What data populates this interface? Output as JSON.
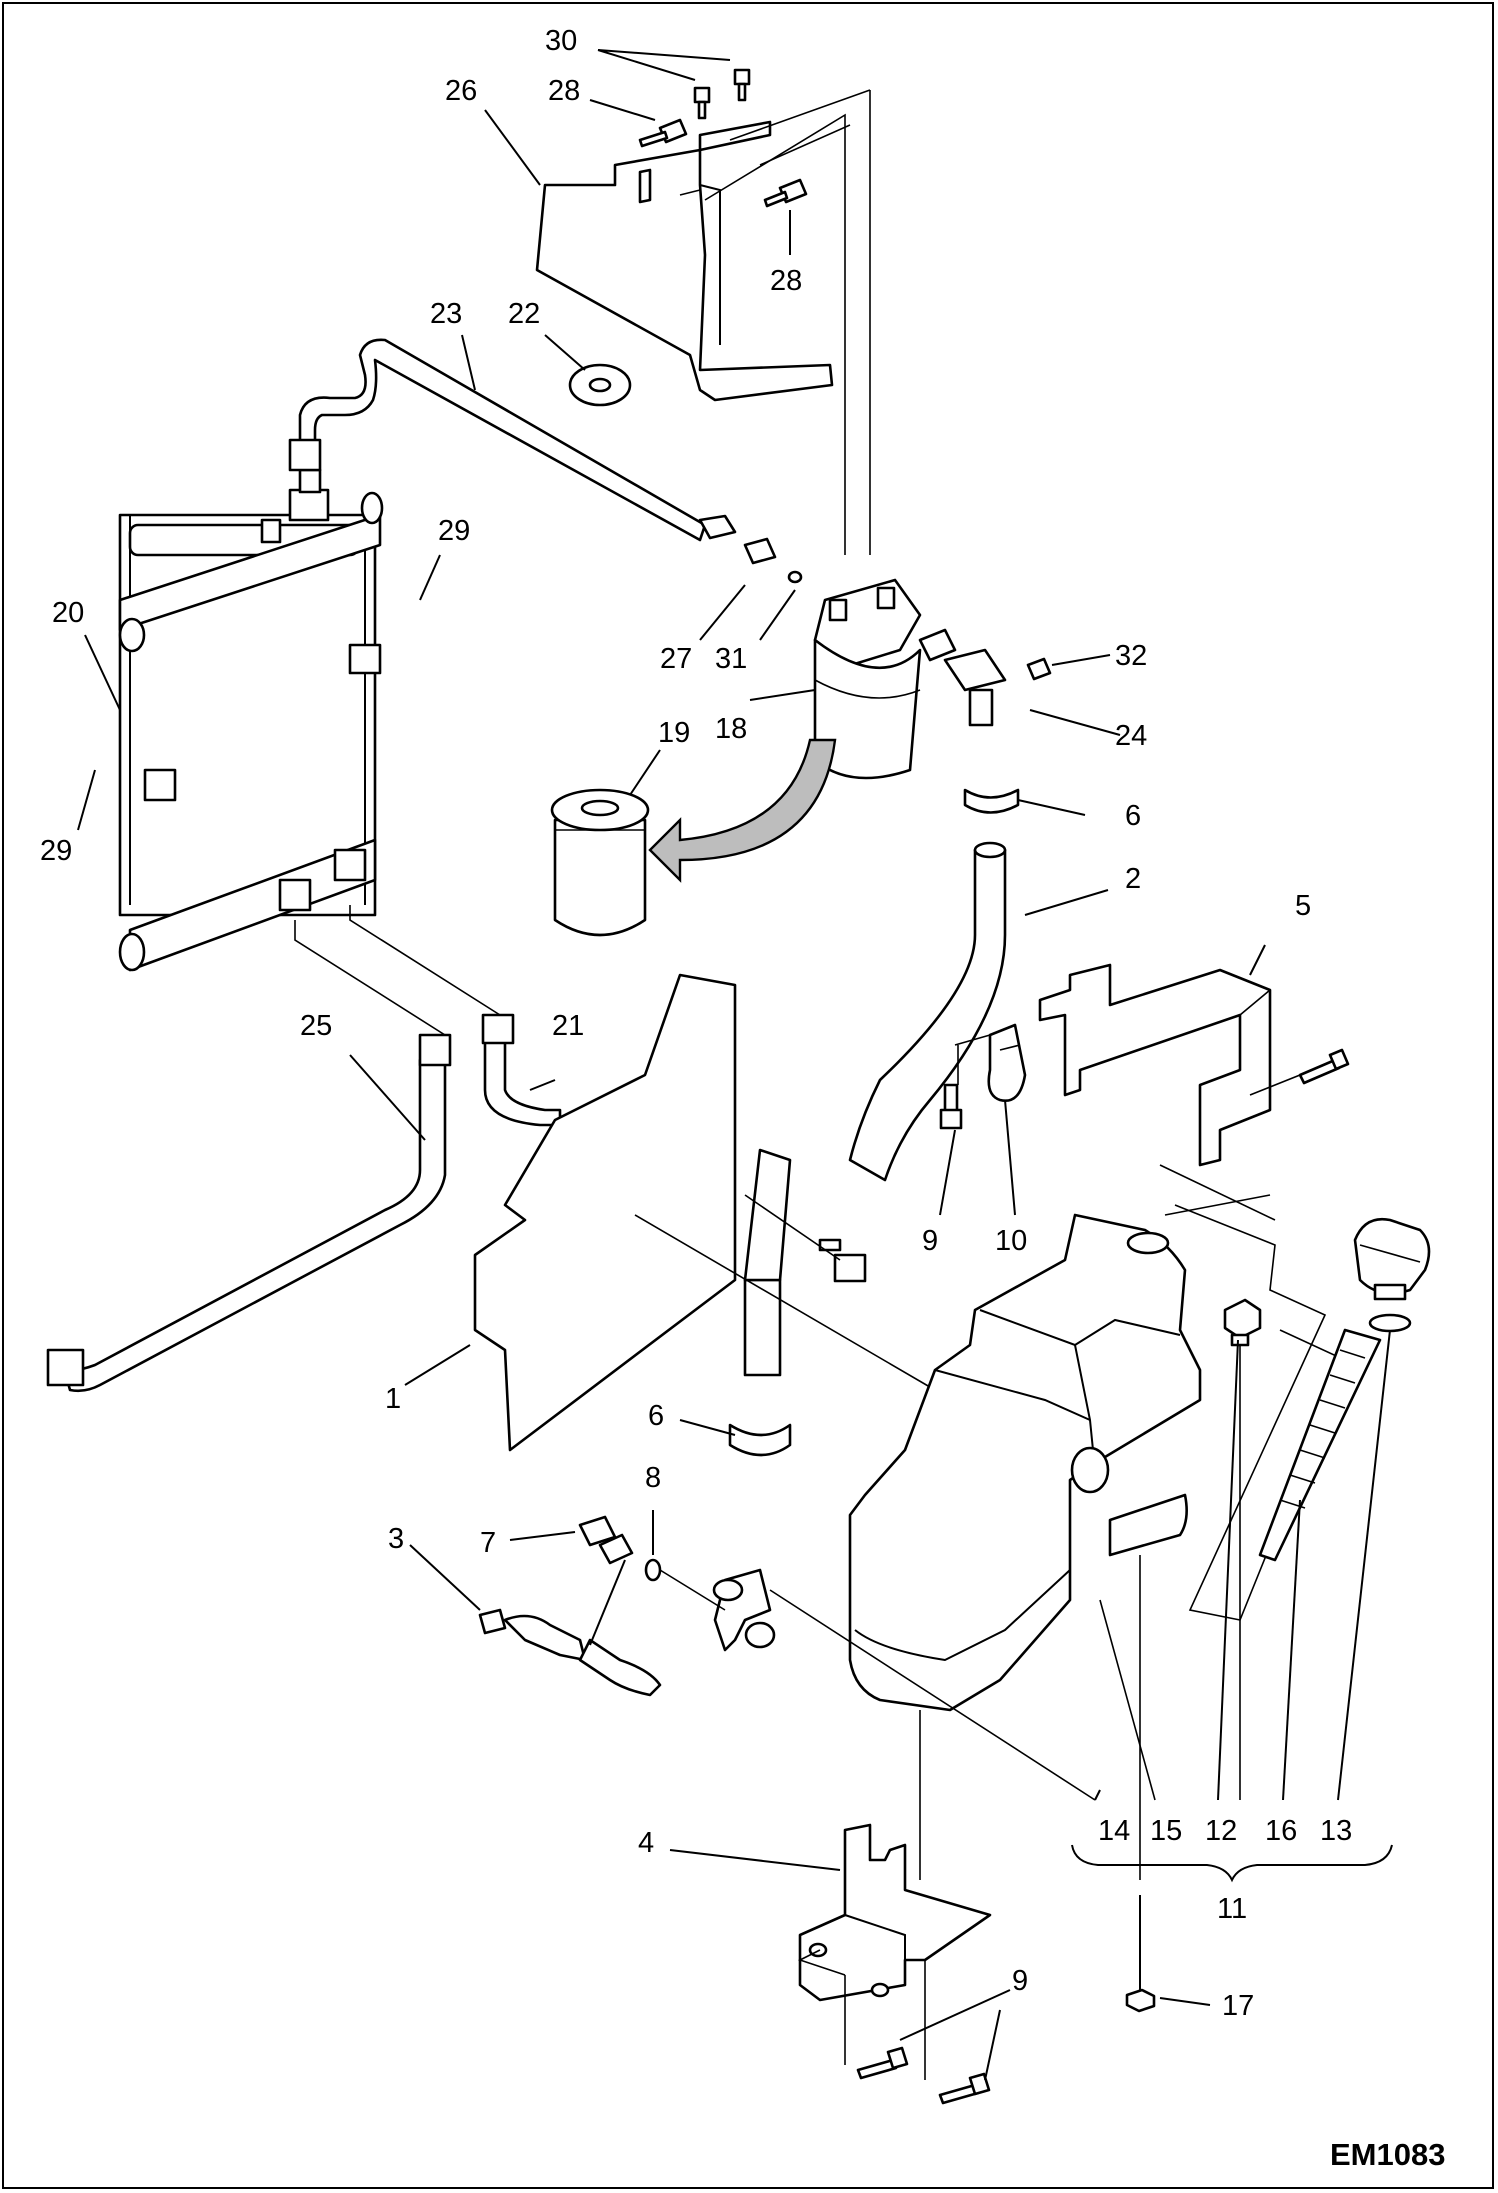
{
  "figure_code": "EM1083",
  "callouts": [
    {
      "id": "30",
      "text": "30"
    },
    {
      "id": "26",
      "text": "26"
    },
    {
      "id": "28a",
      "text": "28"
    },
    {
      "id": "28b",
      "text": "28"
    },
    {
      "id": "23",
      "text": "23"
    },
    {
      "id": "22",
      "text": "22"
    },
    {
      "id": "29a",
      "text": "29"
    },
    {
      "id": "20",
      "text": "20"
    },
    {
      "id": "27",
      "text": "27"
    },
    {
      "id": "31",
      "text": "31"
    },
    {
      "id": "32",
      "text": "32"
    },
    {
      "id": "18",
      "text": "18"
    },
    {
      "id": "19",
      "text": "19"
    },
    {
      "id": "24",
      "text": "24"
    },
    {
      "id": "29b",
      "text": "29"
    },
    {
      "id": "6a",
      "text": "6"
    },
    {
      "id": "2",
      "text": "2"
    },
    {
      "id": "5",
      "text": "5"
    },
    {
      "id": "25",
      "text": "25"
    },
    {
      "id": "21",
      "text": "21"
    },
    {
      "id": "9a",
      "text": "9"
    },
    {
      "id": "10",
      "text": "10"
    },
    {
      "id": "1",
      "text": "1"
    },
    {
      "id": "6b",
      "text": "6"
    },
    {
      "id": "8",
      "text": "8"
    },
    {
      "id": "3",
      "text": "3"
    },
    {
      "id": "7",
      "text": "7"
    },
    {
      "id": "14",
      "text": "14"
    },
    {
      "id": "15",
      "text": "15"
    },
    {
      "id": "12",
      "text": "12"
    },
    {
      "id": "16",
      "text": "16"
    },
    {
      "id": "13",
      "text": "13"
    },
    {
      "id": "11",
      "text": "11"
    },
    {
      "id": "4",
      "text": "4"
    },
    {
      "id": "9b",
      "text": "9"
    },
    {
      "id": "17",
      "text": "17"
    }
  ],
  "parts": [
    {
      "name": "radiator",
      "number": "20"
    },
    {
      "name": "filter-head",
      "number": "18"
    },
    {
      "name": "filter-element",
      "number": "19"
    },
    {
      "name": "hydraulic-tank",
      "number": "11"
    },
    {
      "name": "filter-mount-bracket",
      "number": "26"
    },
    {
      "name": "tank-bracket-upper",
      "number": "5"
    },
    {
      "name": "tank-bracket-lower",
      "number": "4"
    },
    {
      "name": "breather-cap",
      "number": "13"
    },
    {
      "name": "filler-strainer",
      "number": "16"
    }
  ]
}
